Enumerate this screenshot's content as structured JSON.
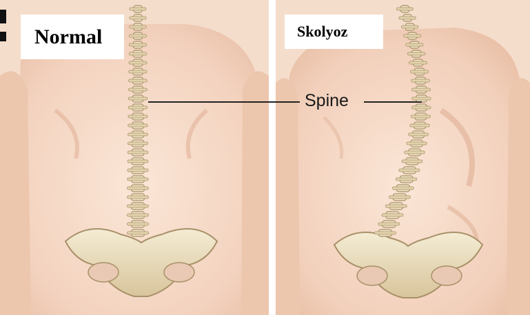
{
  "panels": {
    "left": {
      "label": "Normal"
    },
    "right": {
      "label": "Skolyoz"
    }
  },
  "annotation": {
    "text": "Spine"
  },
  "colors": {
    "skin": "#f3d4c0",
    "skin_shadow": "#e6b89f",
    "bone": "#efe4c6",
    "bone_shadow": "#c8b48a",
    "divider": "#ffffff",
    "label_bg": "#ffffff",
    "label_text": "#000000"
  }
}
